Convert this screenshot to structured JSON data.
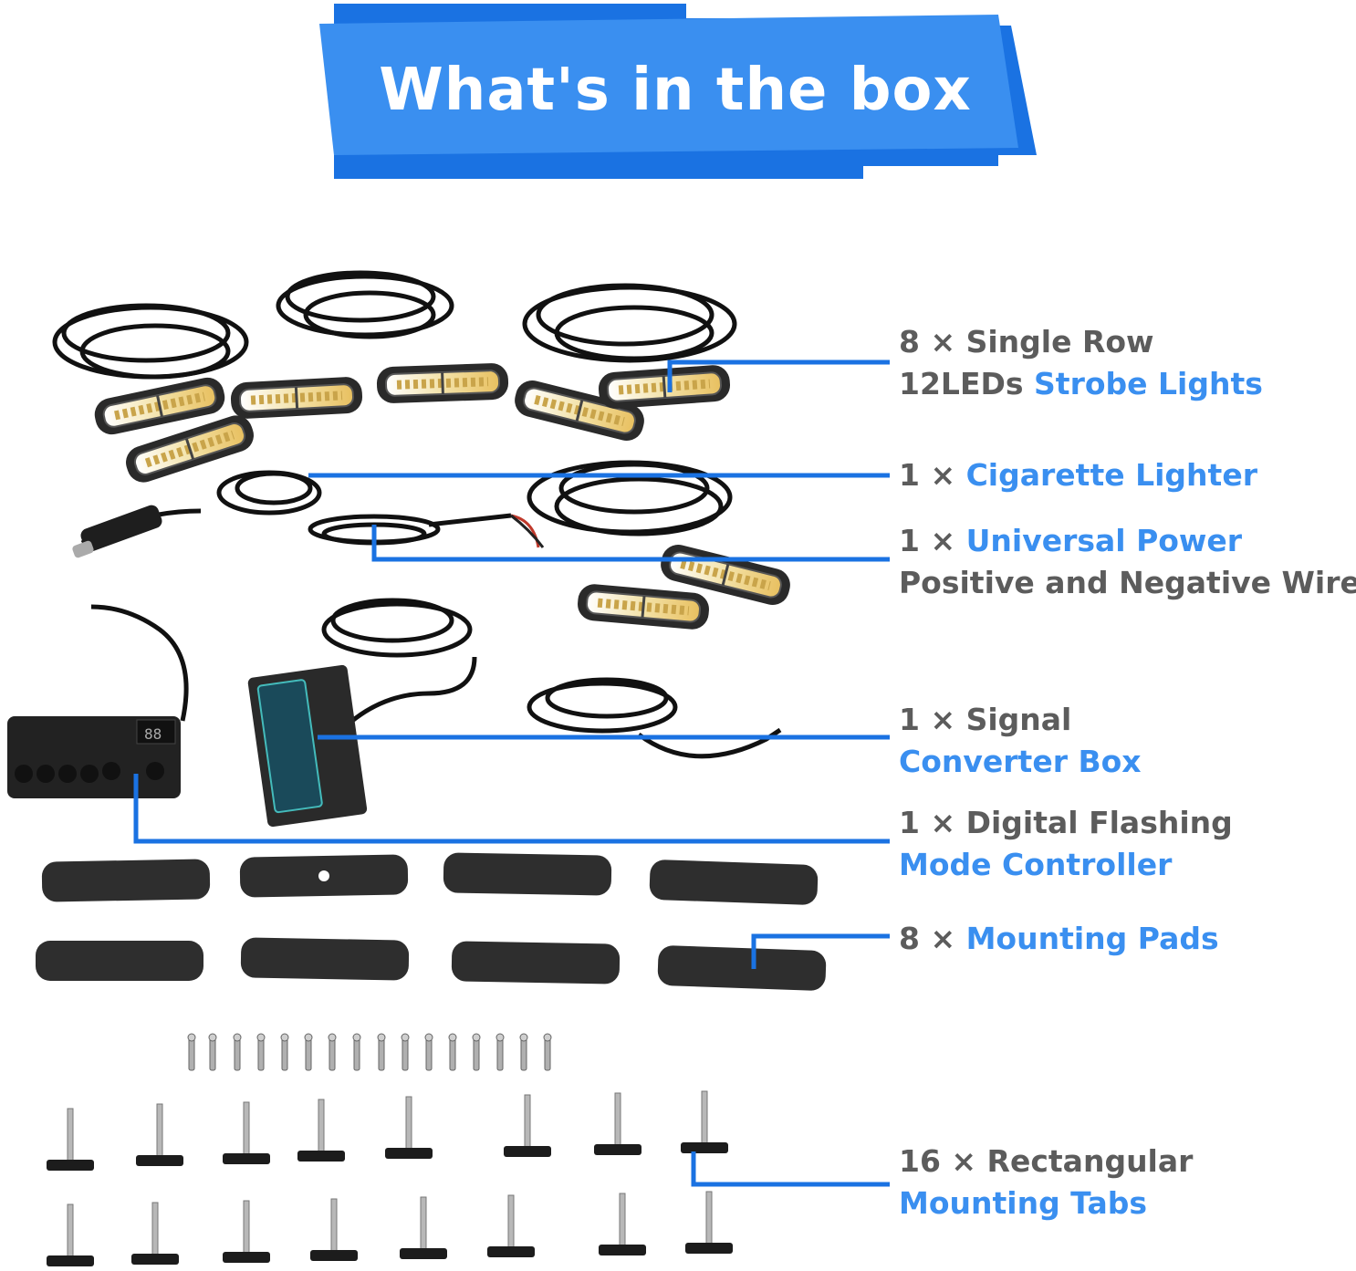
{
  "banner": {
    "title": "What's in the box"
  },
  "colors": {
    "accent": "#3a8ff0",
    "accent_dark": "#1a72e2",
    "text_gray": "#5c5c5c"
  },
  "items": {
    "strobe": {
      "line1": "8 × Single Row",
      "line2_prefix": "12LEDs ",
      "line2_blue": "Strobe Lights"
    },
    "cig": {
      "prefix": "1 × ",
      "blue": "Cigarette Lighter"
    },
    "power": {
      "prefix": "1 × ",
      "blue": "Universal Power",
      "line2": "Positive and Negative Wire"
    },
    "signal": {
      "line1": "1 ×  Signal",
      "line2_blue": "Converter Box"
    },
    "controller": {
      "line1": "1 × Digital Flashing",
      "line2_blue": "Mode Controller"
    },
    "pads": {
      "prefix": "8 × ",
      "blue": "Mounting Pads"
    },
    "tabs": {
      "line1": "16 × Rectangular",
      "line2_blue": "Mounting Tabs"
    }
  }
}
